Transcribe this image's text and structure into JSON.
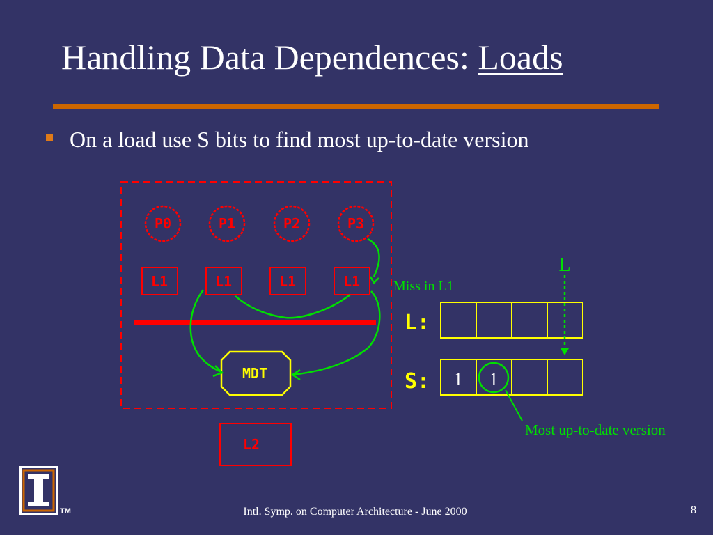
{
  "slide": {
    "title_main": "Handling Data Dependences: ",
    "title_emph": "Loads",
    "bullet": "On a load use S bits to find most up-to-date version",
    "footer": "Intl. Symp. on Computer Architecture - June 2000",
    "page_number": "8",
    "trademark": "TM"
  },
  "diagram": {
    "processors": [
      "P0",
      "P1",
      "P2",
      "P3"
    ],
    "caches": [
      "L1",
      "L1",
      "L1",
      "L1"
    ],
    "mdt_label": "MDT",
    "l2_label": "L2",
    "l_row_label": "L:",
    "s_row_label": "S:",
    "s_values": [
      "1",
      "1",
      "",
      ""
    ],
    "l_values": [
      "",
      "",
      "",
      ""
    ],
    "arrow_label": "L",
    "miss_label": "Miss in L1",
    "version_label": "Most up-to-date version"
  },
  "colors": {
    "background": "#333366",
    "accent_rule": "#cc6600",
    "red": "#ff0000",
    "yellow": "#ffff00",
    "green": "#00e000"
  }
}
